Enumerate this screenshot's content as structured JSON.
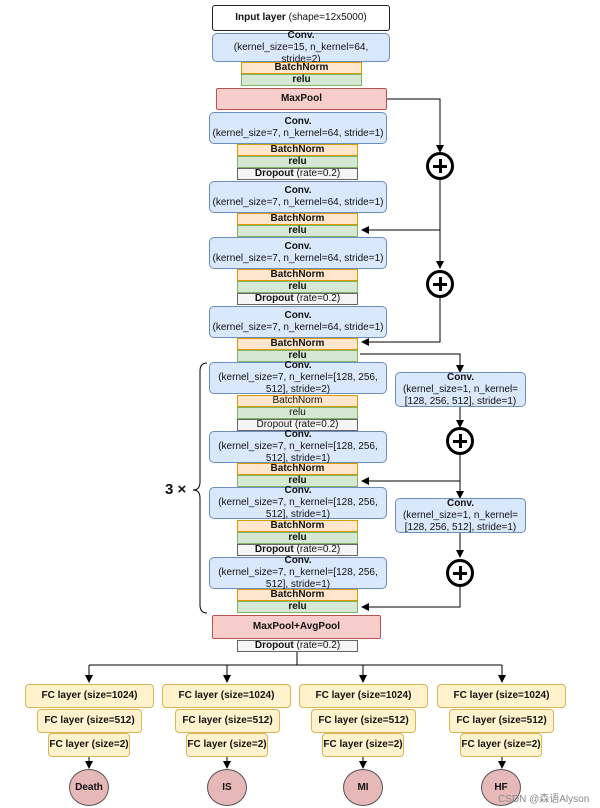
{
  "input_layer": {
    "label": "Input layer",
    "detail": "(shape=12x5000)"
  },
  "conv_1": {
    "title": "Conv.",
    "params": "(kernel_size=15, n_kernel=64, stride=2)"
  },
  "labels": {
    "conv": "Conv.",
    "batchnorm": "BatchNorm",
    "relu": "relu",
    "dropout": "Dropout",
    "dropout_rate": "(rate=0.2)",
    "maxpool": "MaxPool",
    "maxpool_avgpool": "MaxPool+AvgPool"
  },
  "conv_64": "(kernel_size=7, n_kernel=64, stride=1)",
  "conv_big_s2": [
    "(kernel_size=7, n_kernel=[128, 256,",
    "512], stride=2)"
  ],
  "conv_big_s1": [
    "(kernel_size=7, n_kernel=[128, 256,",
    "512], stride=1)"
  ],
  "conv_side": [
    "(kernel_size=1, n_kernel=",
    "[128, 256, 512], stride=1)"
  ],
  "repeat_label": "3 ×",
  "fc": {
    "l1024": "FC layer (size=1024)",
    "l512": "FC layer (size=512)",
    "l2": "FC layer (size=2)"
  },
  "outputs": [
    "Death",
    "IS",
    "MI",
    "HF"
  ],
  "watermark": "CSDN @森语Alyson"
}
